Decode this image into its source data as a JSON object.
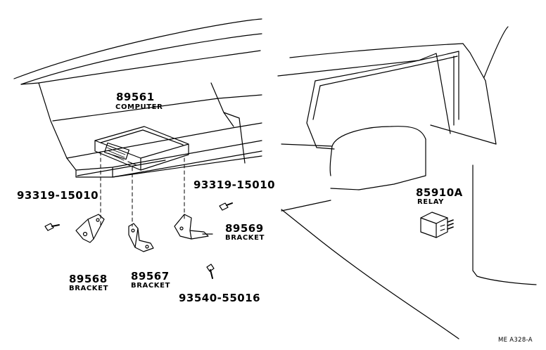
{
  "parts": [
    {
      "id": "computer",
      "number": "89561",
      "name": "COMPUTER"
    },
    {
      "id": "bolt-left",
      "number": "93319-15010",
      "name": ""
    },
    {
      "id": "bolt-right",
      "number": "93319-15010",
      "name": ""
    },
    {
      "id": "bracket-569",
      "number": "89569",
      "name": "BRACKET"
    },
    {
      "id": "bracket-568",
      "number": "89568",
      "name": "BRACKET"
    },
    {
      "id": "bracket-567",
      "number": "89567",
      "name": "BRACKET"
    },
    {
      "id": "screw",
      "number": "93540-55016",
      "name": ""
    },
    {
      "id": "relay",
      "number": "85910A",
      "name": "RELAY"
    }
  ],
  "figure_ref": "ME A328-A",
  "colors": {
    "line": "#000000",
    "background": "#ffffff"
  }
}
